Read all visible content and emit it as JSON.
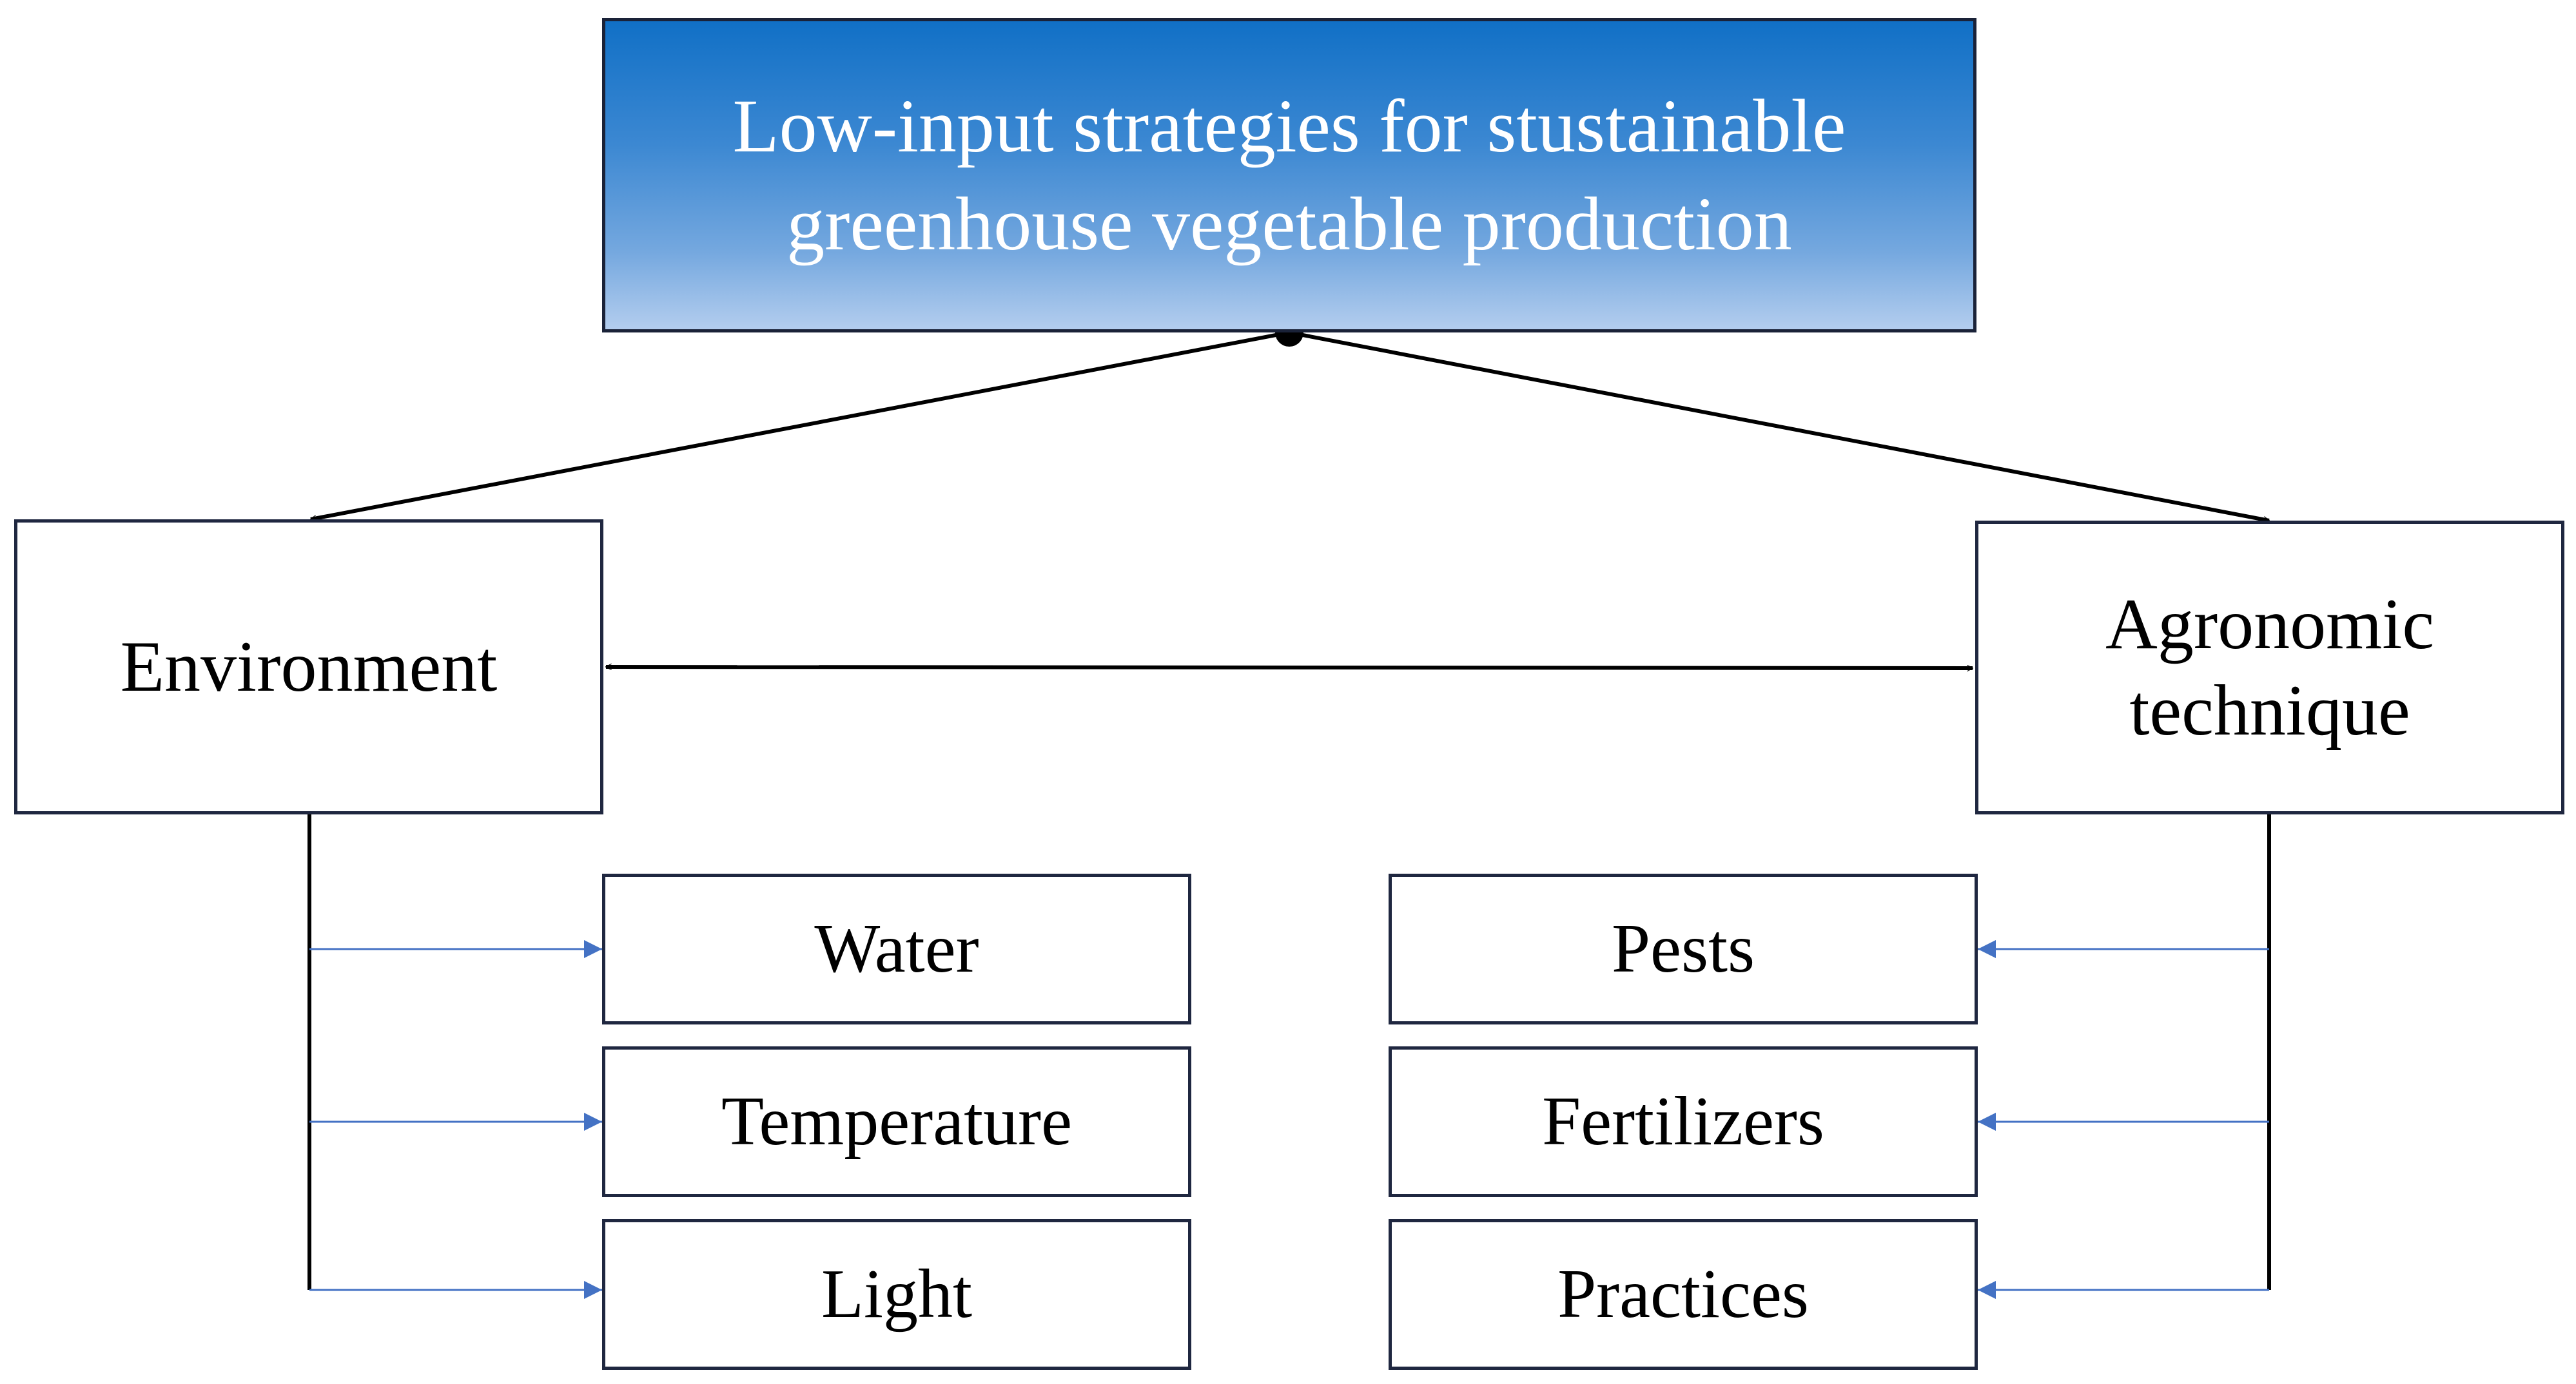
{
  "title": "Low-input strategies for stustainable greenhouse vegetable production",
  "nodes": {
    "environment": "Environment",
    "agronomic": "Agronomic technique"
  },
  "environment_factors": [
    "Water",
    "Temperature",
    "Light"
  ],
  "agronomic_factors": [
    "Pests",
    "Fertilizers",
    "Practices"
  ],
  "colors": {
    "title_gradient_top": "#1170c6",
    "title_gradient_bottom": "#b3cdee",
    "box_border": "#1f2740",
    "main_arrow": "#000000",
    "branch_arrow": "#4472c4"
  }
}
